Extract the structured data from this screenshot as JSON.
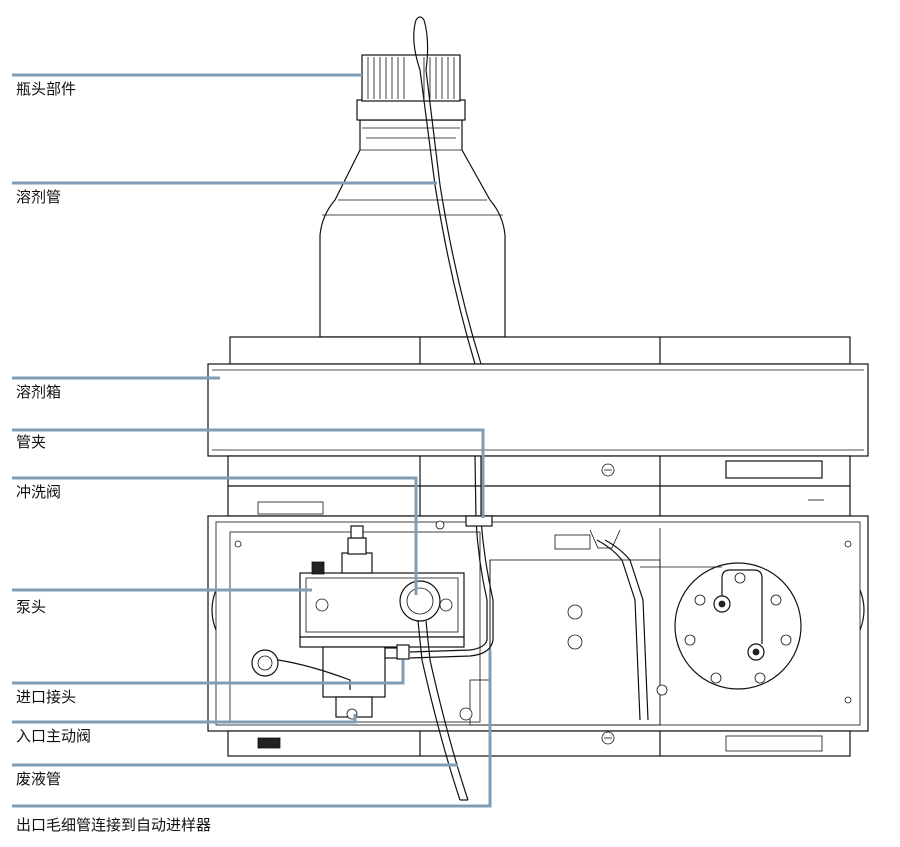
{
  "diagram": {
    "leader_color": "#7f9db5",
    "labels": {
      "bottle_head": "瓶头部件",
      "solvent_tube": "溶剂管",
      "solvent_tray": "溶剂箱",
      "tube_clip": "管夹",
      "purge_valve": "冲洗阀",
      "pump_head": "泵头",
      "inlet_fitting": "进口接头",
      "active_inlet_valve": "入口主动阀",
      "waste_tube": "废液管",
      "outlet_capillary": "出口毛细管连接到自动进样器"
    }
  }
}
